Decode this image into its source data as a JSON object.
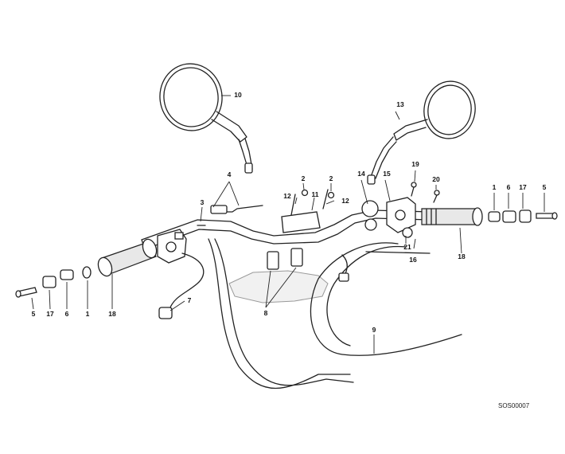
{
  "diagram": {
    "drawing_code": "SOS00007",
    "callouts": [
      {
        "id": "c10",
        "label": "10"
      },
      {
        "id": "c13",
        "label": "13"
      },
      {
        "id": "c4",
        "label": "4"
      },
      {
        "id": "c3",
        "label": "3"
      },
      {
        "id": "c2a",
        "label": "2"
      },
      {
        "id": "c2b",
        "label": "2"
      },
      {
        "id": "c12a",
        "label": "12"
      },
      {
        "id": "c11",
        "label": "11"
      },
      {
        "id": "c12b",
        "label": "12"
      },
      {
        "id": "c14",
        "label": "14"
      },
      {
        "id": "c15",
        "label": "15"
      },
      {
        "id": "c19",
        "label": "19"
      },
      {
        "id": "c20",
        "label": "20"
      },
      {
        "id": "c1r",
        "label": "1"
      },
      {
        "id": "c6r",
        "label": "6"
      },
      {
        "id": "c17r",
        "label": "17"
      },
      {
        "id": "c5r",
        "label": "5"
      },
      {
        "id": "c21",
        "label": "21"
      },
      {
        "id": "c16",
        "label": "16"
      },
      {
        "id": "c18r",
        "label": "18"
      },
      {
        "id": "c7",
        "label": "7"
      },
      {
        "id": "c8",
        "label": "8"
      },
      {
        "id": "c9",
        "label": "9"
      },
      {
        "id": "c5l",
        "label": "5"
      },
      {
        "id": "c17l",
        "label": "17"
      },
      {
        "id": "c6l",
        "label": "6"
      },
      {
        "id": "c1l",
        "label": "1"
      },
      {
        "id": "c18l",
        "label": "18"
      }
    ]
  }
}
